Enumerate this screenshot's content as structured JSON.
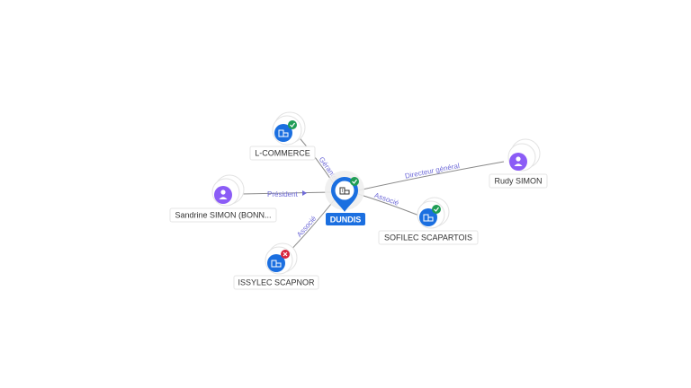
{
  "center": {
    "label": "DUNDIS",
    "icon": "building-icon",
    "status": "active",
    "colors": {
      "pin": "#1b6fe0",
      "status_ok": "#1f9d55"
    }
  },
  "nodes": [
    {
      "id": "lcommerce",
      "label": "L-COMMERCE",
      "type": "company",
      "status": "active",
      "icon": "building-icon"
    },
    {
      "id": "sandrine",
      "label": "Sandrine SIMON (BONN...",
      "type": "person",
      "icon": "person-icon"
    },
    {
      "id": "issylec",
      "label": "ISSYLEC SCAPNOR",
      "type": "company",
      "status": "inactive",
      "icon": "building-icon"
    },
    {
      "id": "sofilec",
      "label": "SOFILEC SCAPARTOIS",
      "type": "company",
      "status": "active",
      "icon": "building-icon"
    },
    {
      "id": "rudy",
      "label": "Rudy SIMON",
      "type": "person",
      "icon": "person-icon"
    }
  ],
  "edges": [
    {
      "from": "lcommerce",
      "label": "Gérante"
    },
    {
      "from": "sandrine",
      "label": "Président"
    },
    {
      "from": "issylec",
      "label": "Associé"
    },
    {
      "from": "sofilec",
      "label": "Associé"
    },
    {
      "from": "rudy",
      "label": "Directeur général"
    }
  ],
  "colors": {
    "company": "#1b6fe0",
    "person": "#8b5cf6",
    "status_ok": "#1f9d55",
    "status_ko": "#d9243c",
    "edge_label": "#6f6bd8"
  }
}
